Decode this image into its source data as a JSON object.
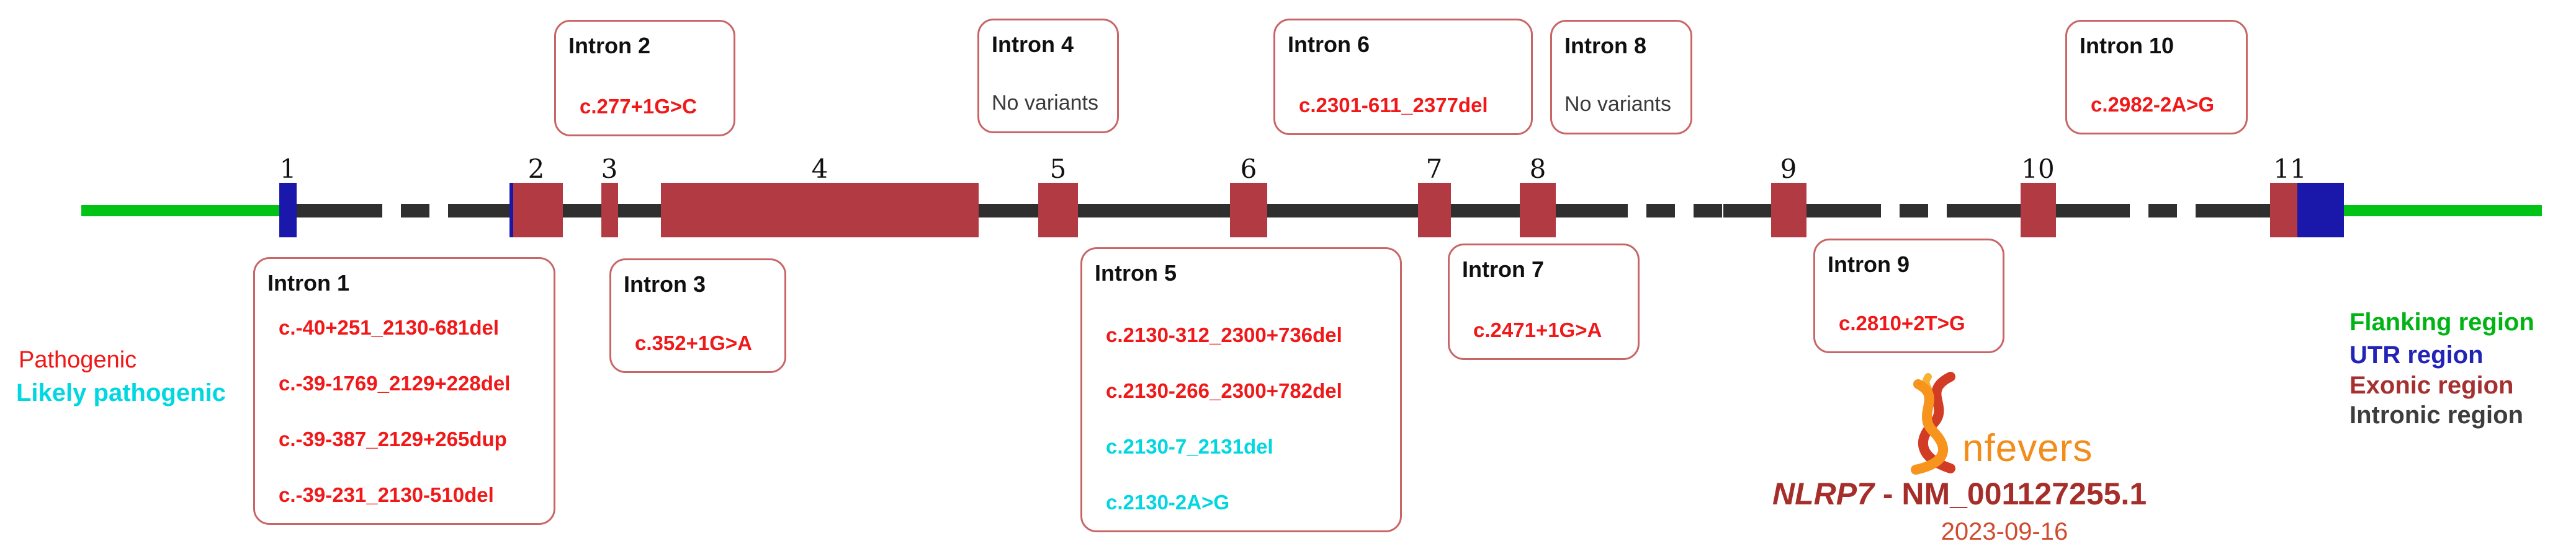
{
  "gene": {
    "exon_labels": [
      "1",
      "2",
      "3",
      "4",
      "5",
      "6",
      "7",
      "8",
      "9",
      "10",
      "11"
    ]
  },
  "boxes": {
    "intron2": {
      "title": "Intron 2",
      "variants": [
        {
          "text": "c.277+1G>C",
          "color": "#f01818"
        }
      ]
    },
    "intron4": {
      "title": "Intron 4",
      "note": "No variants"
    },
    "intron6": {
      "title": "Intron 6",
      "variants": [
        {
          "text": "c.2301-611_2377del",
          "color": "#f01818"
        }
      ]
    },
    "intron8": {
      "title": "Intron 8",
      "note": "No variants"
    },
    "intron10": {
      "title": "Intron 10",
      "variants": [
        {
          "text": "c.2982-2A>G",
          "color": "#f01818"
        }
      ]
    },
    "intron1": {
      "title": "Intron 1",
      "variants": [
        {
          "text": "c.-40+251_2130-681del",
          "color": "#f01818"
        },
        {
          "text": "c.-39-1769_2129+228del",
          "color": "#f01818"
        },
        {
          "text": "c.-39-387_2129+265dup",
          "color": "#f01818"
        },
        {
          "text": "c.-39-231_2130-510del",
          "color": "#f01818"
        }
      ]
    },
    "intron3": {
      "title": "Intron 3",
      "variants": [
        {
          "text": "c.352+1G>A",
          "color": "#f01818"
        }
      ]
    },
    "intron5": {
      "title": "Intron 5",
      "variants": [
        {
          "text": "c.2130-312_2300+736del",
          "color": "#f01818"
        },
        {
          "text": "c.2130-266_2300+782del",
          "color": "#f01818"
        },
        {
          "text": "c.2130-7_2131del",
          "color": "#00d7e0"
        },
        {
          "text": "c.2130-2A>G",
          "color": "#00d7e0"
        }
      ]
    },
    "intron7": {
      "title": "Intron 7",
      "variants": [
        {
          "text": "c.2471+1G>A",
          "color": "#f01818"
        }
      ]
    },
    "intron9": {
      "title": "Intron 9",
      "variants": [
        {
          "text": "c.2810+2T>G",
          "color": "#f01818"
        }
      ]
    }
  },
  "legend_left": {
    "pathogenic": {
      "label": "Pathogenic",
      "color": "#f01818"
    },
    "likely_pathogenic": {
      "label": "Likely pathogenic",
      "color": "#00d7e0"
    }
  },
  "legend_right": {
    "flanking": {
      "label": "Flanking region",
      "color": "#00b414"
    },
    "utr": {
      "label": "UTR region",
      "color": "#2323b8"
    },
    "exonic": {
      "label": "Exonic region",
      "color": "#a63030"
    },
    "intronic": {
      "label": "Intronic region",
      "color": "#3d3d3d"
    }
  },
  "footer": {
    "logo_text": "nfevers",
    "gene_symbol": "NLRP7",
    "separator": " - ",
    "transcript": "NM_001127255.1",
    "date": "2023-09-16"
  }
}
